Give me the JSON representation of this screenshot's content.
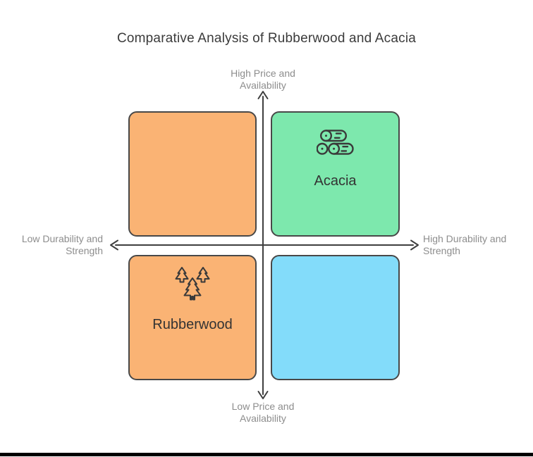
{
  "title": "Comparative Analysis of Rubberwood and Acacia",
  "axis_labels": {
    "top": {
      "line1": "High Price and",
      "line2": "Availability"
    },
    "bottom": {
      "line1": "Low Price and",
      "line2": "Availability"
    },
    "left": {
      "line1": "Low Durability and",
      "line2": "Strength"
    },
    "right": {
      "line1": "High Durability and",
      "line2": "Strength"
    }
  },
  "quadrants": {
    "top_left": {
      "label": "",
      "color": "#FAB374",
      "icon": ""
    },
    "top_right": {
      "label": "Acacia",
      "color": "#7DE8AD",
      "icon": "logs-icon"
    },
    "bottom_left": {
      "label": "Rubberwood",
      "color": "#FAB374",
      "icon": "pine-trees-icon"
    },
    "bottom_right": {
      "label": "",
      "color": "#83DCFA",
      "icon": ""
    }
  },
  "colors": {
    "background": "#ffffff",
    "axis_line": "#3f3f3f",
    "box_border": "#484848",
    "axis_label_text": "#8d8d8d",
    "title_text": "#3b3b3b",
    "quadrant_label_text": "#333333",
    "icon_stroke": "#3a3a3a",
    "bottom_bar": "#000000"
  }
}
